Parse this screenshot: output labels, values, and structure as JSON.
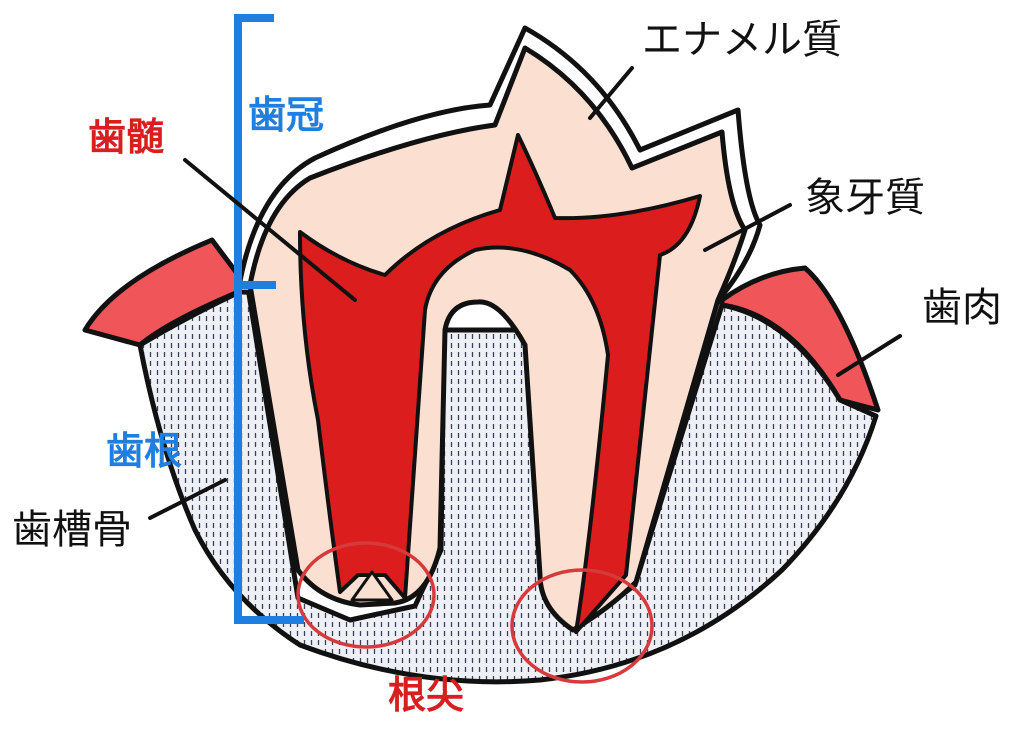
{
  "labels": {
    "enamel": "エナメル質",
    "dentin": "象牙質",
    "gum": "歯肉",
    "pulp": "歯髄",
    "crown": "歯冠",
    "root": "歯根",
    "alveolar_bone": "歯槽骨",
    "apex": "根尖"
  },
  "colors": {
    "pulp_red": "#dc1d1d",
    "gum_pink": "#f0555a",
    "dentin_beige": "#fbe0d2",
    "bracket_blue": "#1e7fe0",
    "bone_fill": "#eef0f6",
    "apex_circle": "#d63a3a"
  }
}
